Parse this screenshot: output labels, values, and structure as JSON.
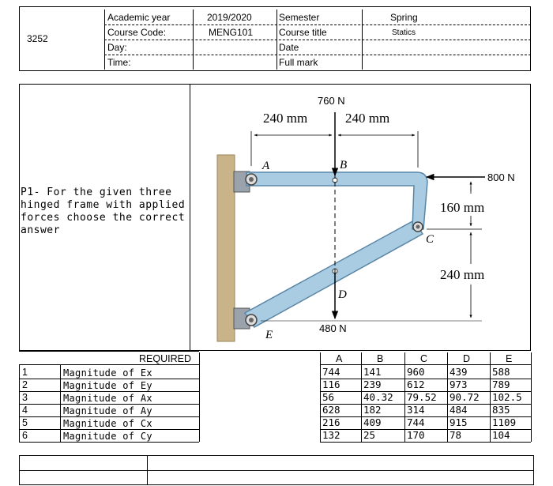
{
  "header": {
    "code": "3252",
    "academic_year_label": "Academic year",
    "academic_year_value": "2019/2020",
    "semester_label": "Semester",
    "semester_value": "Spring",
    "course_code_label": "Course Code:",
    "course_code_value": "MENG101",
    "course_title_label": "Course title",
    "course_title_value": "Statics",
    "day_label": "Day:",
    "date_label": "Date",
    "time_label": "Time:",
    "full_mark_label": "Full mark"
  },
  "problem": {
    "text": "P1- For the given three hinged frame with applied forces choose the correct answer"
  },
  "figure": {
    "force_top": "760 N",
    "dim_left": "240 mm",
    "dim_right": "240 mm",
    "force_right": "800 N",
    "dim_160": "160 mm",
    "dim_240_vert": "240 mm",
    "force_bottom": "480 N",
    "label_A": "A",
    "label_B": "B",
    "label_C": "C",
    "label_D": "D",
    "label_E": "E",
    "colors": {
      "member": "#a9cce3",
      "member_edge": "#5a86a6",
      "wall": "#c9b48a"
    }
  },
  "table": {
    "required_header": "REQUIRED",
    "columns": [
      "A",
      "B",
      "C",
      "D",
      "E"
    ],
    "rows": [
      {
        "n": "1",
        "label": "Magnitude of Ex",
        "values": [
          "744",
          "141",
          "960",
          "439",
          "588"
        ]
      },
      {
        "n": "2",
        "label": "Magnitude of Ey",
        "values": [
          "116",
          "239",
          "612",
          "973",
          "789"
        ]
      },
      {
        "n": "3",
        "label": "Magnitude of Ax",
        "values": [
          "56",
          "40.32",
          "79.52",
          "90.72",
          "102.5"
        ]
      },
      {
        "n": "4",
        "label": "Magnitude of Ay",
        "values": [
          "628",
          "182",
          "314",
          "484",
          "835"
        ]
      },
      {
        "n": "5",
        "label": "Magnitude of Cx",
        "values": [
          "216",
          "409",
          "744",
          "915",
          "1109"
        ]
      },
      {
        "n": "6",
        "label": "Magnitude of Cy",
        "values": [
          "132",
          "25",
          "170",
          "78",
          "104"
        ]
      }
    ]
  }
}
